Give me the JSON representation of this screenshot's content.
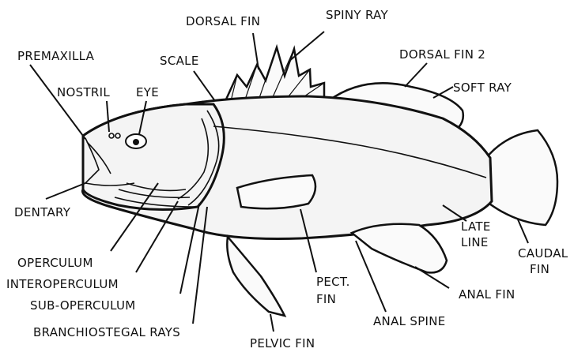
{
  "labels": {
    "dorsal_fin": "DORSAL FIN",
    "spiny_ray": "SPINY RAY",
    "premaxilla": "PREMAXILLA",
    "scale": "SCALE",
    "dorsal_fin_2": "DORSAL FIN 2",
    "nostril": "NOSTRIL",
    "eye": "EYE",
    "soft_ray": "SOFT RAY",
    "dentary": "DENTARY",
    "late_line_1": "LATE",
    "late_line_2": "LINE",
    "caudal_fin_1": "CAUDAL",
    "caudal_fin_2": "FIN",
    "operculum": "OPERCULUM",
    "interoperculum": "INTEROPERCULUM",
    "pect_fin_1": "PECT.",
    "pect_fin_2": "FIN",
    "anal_fin": "ANAL FIN",
    "sub_operculum": "SUB-OPERCULUM",
    "anal_spine": "ANAL SPINE",
    "branchiostegal_rays": "BRANCHIOSTEGAL RAYS",
    "pelvic_fin": "PELVIC FIN"
  }
}
